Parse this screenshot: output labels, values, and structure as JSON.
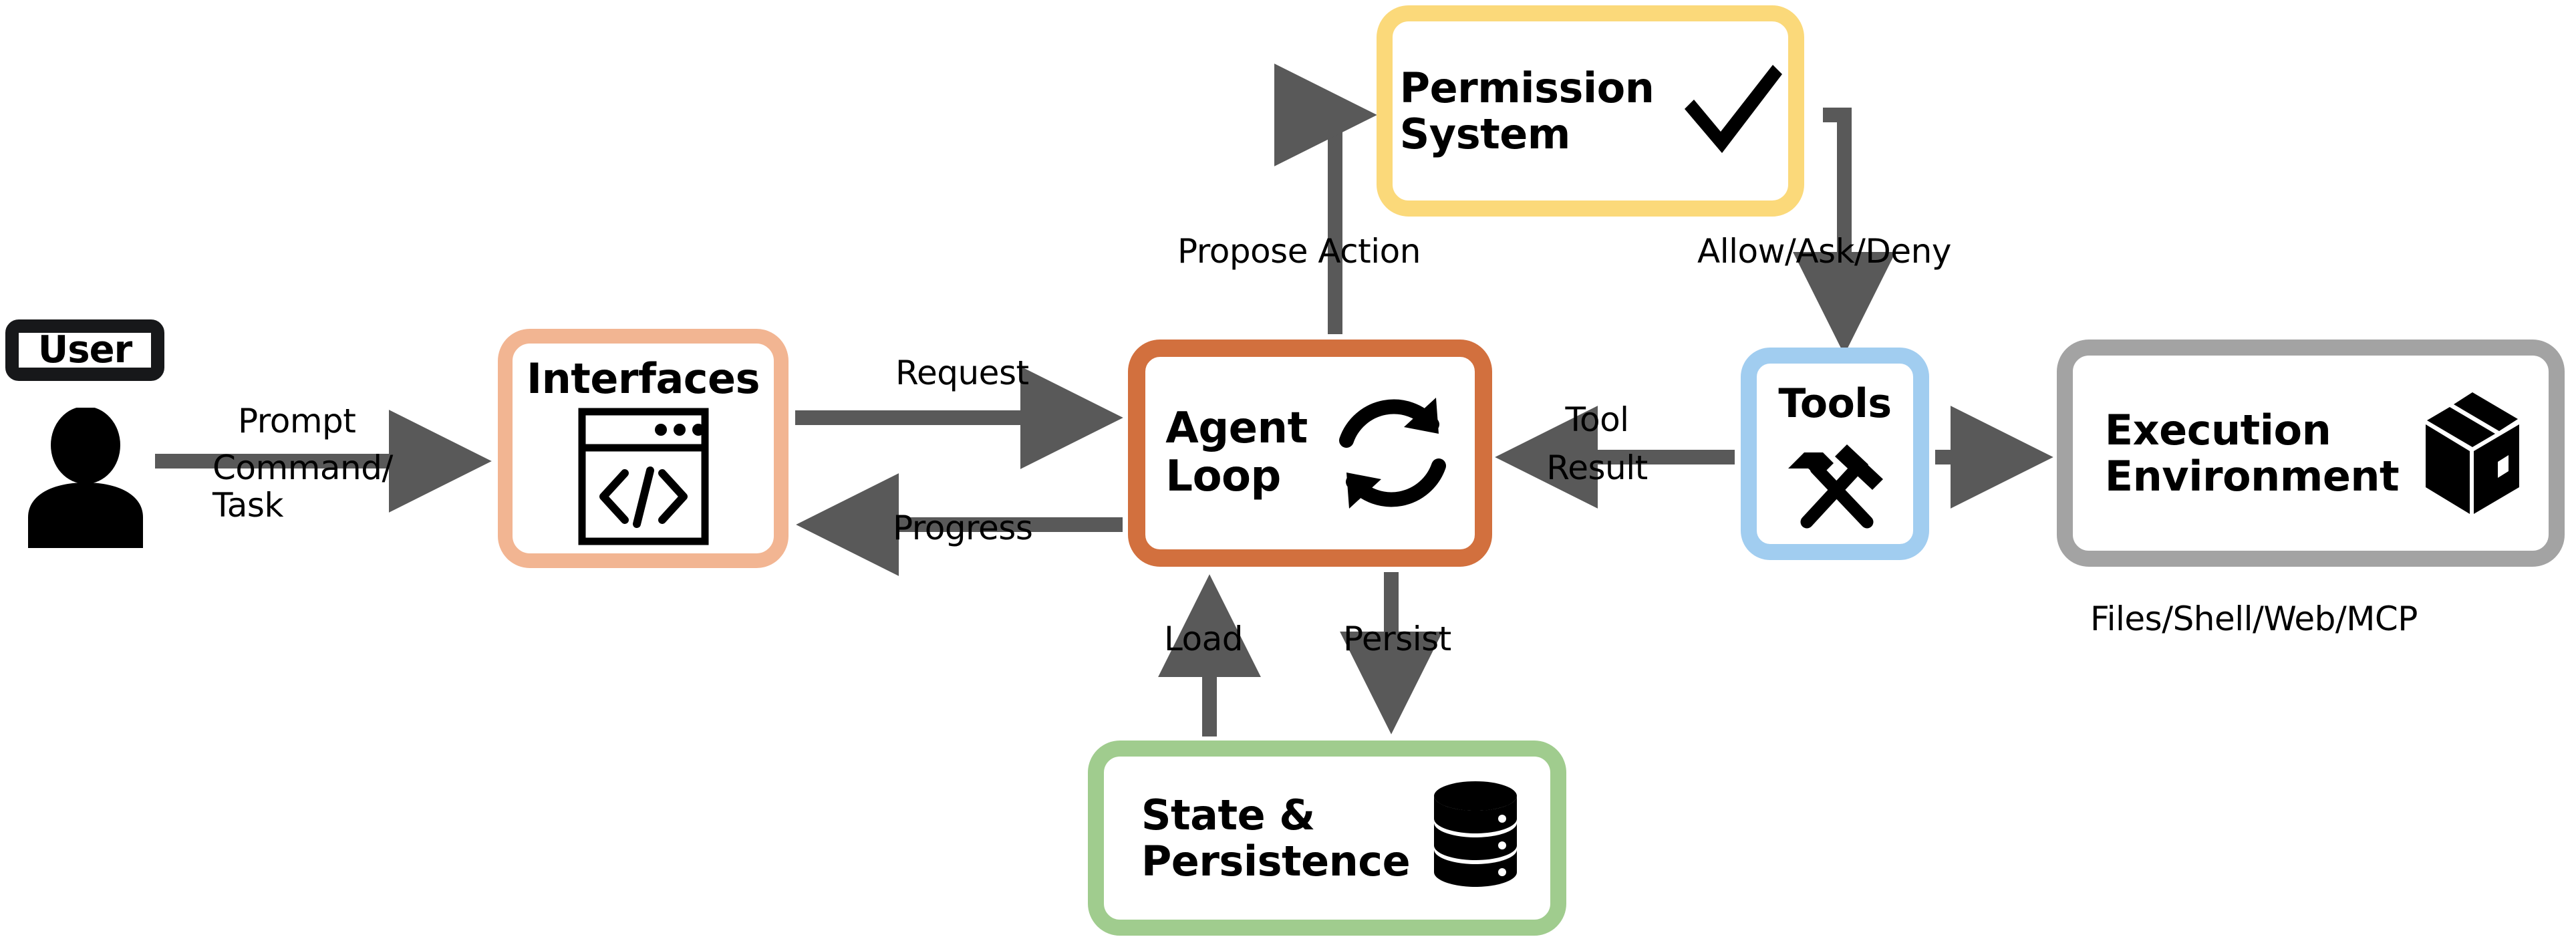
{
  "diagram": {
    "title": "Agent architecture flow",
    "colors": {
      "interfaces_border": "#F2B592",
      "agent_border": "#D2703E",
      "permission_border": "#FBD97A",
      "tools_border": "#A1CDF0",
      "exec_border": "#A3A3A3",
      "state_border": "#A0CC8E",
      "user_border": "#17181a",
      "arrow": "#595959",
      "text": "#000000",
      "background": "#ffffff"
    },
    "nodes": [
      {
        "id": "user",
        "label": "User",
        "icon": "user-person-icon"
      },
      {
        "id": "interfaces",
        "label": "Interfaces",
        "icon": "code-window-icon"
      },
      {
        "id": "agent",
        "label": "Agent\nLoop",
        "icon": "refresh-loop-icon"
      },
      {
        "id": "permission",
        "label": "Permission\nSystem",
        "icon": "checkmark-icon"
      },
      {
        "id": "tools",
        "label": "Tools",
        "icon": "hammer-pickaxe-icon"
      },
      {
        "id": "exec",
        "label": "Execution\nEnvironment",
        "icon": "package-box-icon",
        "caption": "Files/Shell/Web/MCP"
      },
      {
        "id": "state",
        "label": "State &\nPersistence",
        "icon": "database-cylinder-icon"
      }
    ],
    "edges": [
      {
        "id": "prompt",
        "label": "Prompt",
        "from": "user",
        "to": "interfaces",
        "dir": "right"
      },
      {
        "id": "commandtask",
        "label": "Command/\nTask",
        "from": "user",
        "to": "interfaces",
        "dir": "right"
      },
      {
        "id": "request",
        "label": "Request",
        "from": "interfaces",
        "to": "agent",
        "dir": "right"
      },
      {
        "id": "progress",
        "label": "Progress",
        "from": "agent",
        "to": "interfaces",
        "dir": "left"
      },
      {
        "id": "propose",
        "label": "Propose Action",
        "from": "agent",
        "to": "permission",
        "dir": "up"
      },
      {
        "id": "allow",
        "label": "Allow/Ask/Deny",
        "from": "permission",
        "to": "tools",
        "dir": "down"
      },
      {
        "id": "toolresult",
        "label": "Tool\nResult",
        "from": "tools",
        "to": "agent",
        "dir": "left"
      },
      {
        "id": "run",
        "label": "",
        "from": "tools",
        "to": "exec",
        "dir": "right"
      },
      {
        "id": "load",
        "label": "Load",
        "from": "state",
        "to": "agent",
        "dir": "up"
      },
      {
        "id": "persist",
        "label": "Persist",
        "from": "agent",
        "to": "state",
        "dir": "down"
      }
    ],
    "labels": {
      "prompt": "Prompt",
      "command_task": "Command/\nTask",
      "request": "Request",
      "progress": "Progress",
      "propose_action": "Propose Action",
      "allow_ask_deny": "Allow/Ask/Deny",
      "tool": "Tool",
      "result": "Result",
      "load": "Load",
      "persist": "Persist",
      "exec_caption": "Files/Shell/Web/MCP"
    }
  }
}
